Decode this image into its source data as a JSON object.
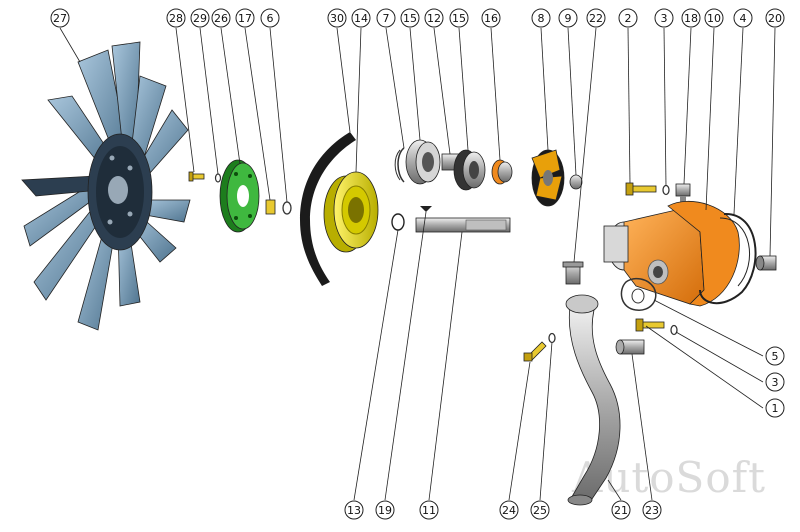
{
  "diagram": {
    "watermark": "AutoSoft",
    "callouts": [
      "27",
      "28",
      "29",
      "26",
      "17",
      "6",
      "30",
      "14",
      "7",
      "15",
      "12",
      "15",
      "16",
      "8",
      "9",
      "22",
      "2",
      "3",
      "18",
      "10",
      "4",
      "20",
      "5",
      "3",
      "1",
      "13",
      "19",
      "11",
      "24",
      "25",
      "21",
      "23"
    ]
  },
  "colors": {
    "fan_blade": "#7ea3c0",
    "fan_blade_dark": "#4f748f",
    "hub": "#2c3e50",
    "green_flange": "#2fa22f",
    "yellow_pulley": "#e2d800",
    "orange_housing": "#f08a1e",
    "steel_gray": "#a9a9a9",
    "steel_light": "#d6d6d6",
    "dark": "#1b1b1b",
    "brass": "#e8c930"
  }
}
